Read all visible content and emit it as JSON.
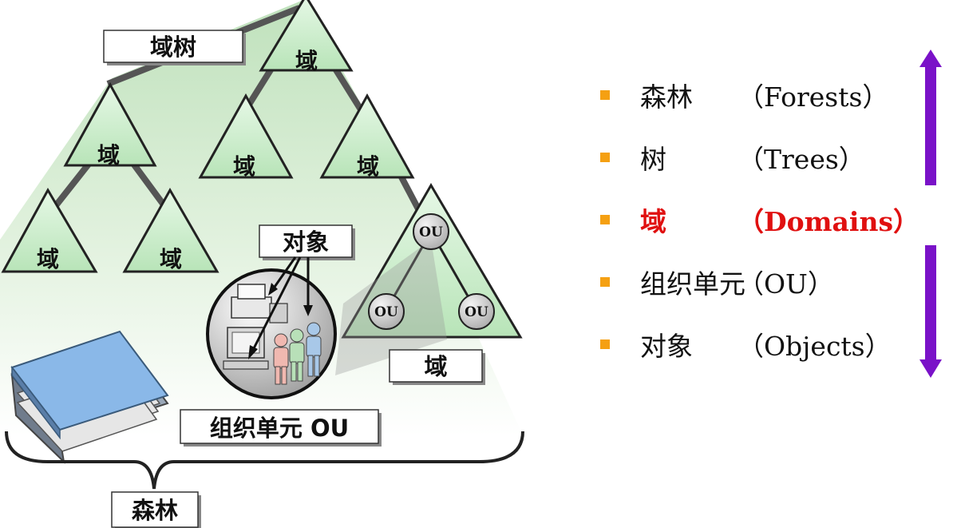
{
  "diagram": {
    "labels": {
      "domain_tree": "域树",
      "domain": "域",
      "objects": "对象",
      "ou_box": "组织单元 OU",
      "forest": "森林",
      "ou": "OU"
    }
  },
  "hierarchy": [
    {
      "cn": "森林",
      "en": "（Forests）",
      "highlighted": false
    },
    {
      "cn": "树",
      "en": "（Trees）",
      "highlighted": false
    },
    {
      "cn": "域",
      "en": "（Domains）",
      "highlighted": true
    },
    {
      "cn": "组织单元",
      "en": "（OU）",
      "highlighted": false
    },
    {
      "cn": "对象",
      "en": "（Objects）",
      "highlighted": false
    }
  ],
  "colors": {
    "triangle_fill": "#c8ecc8",
    "bullet": "#f5a012",
    "highlight": "#e01010",
    "arrow": "#7a12c8"
  }
}
